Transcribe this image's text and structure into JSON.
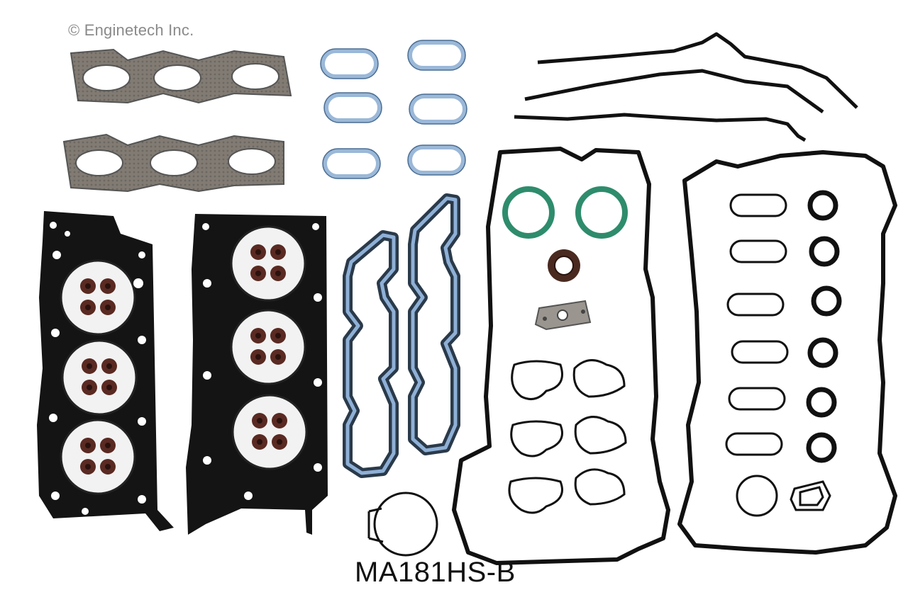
{
  "copyright": "© Enginetech Inc.",
  "part_number": "MA181HS-B",
  "colors": {
    "background": "#ffffff",
    "black_gasket": "#111111",
    "exhaust_gasket": "#7b7670",
    "blue_seal": "#9bb8d8",
    "green_seal": "#2e8c6c",
    "valve_seal": "#5a2a22",
    "head_disc": "#f2f2f2"
  },
  "components": [
    "exhaust-manifold-gasket",
    "intake-port-seal",
    "timing-cover-seal",
    "cylinder-head-gasket",
    "intake-manifold-gasket",
    "valve-cover-gasket",
    "green-o-ring",
    "crankshaft-seal",
    "metal-plate-gasket",
    "spark-plug-tube-seal",
    "thermostat-gasket"
  ]
}
